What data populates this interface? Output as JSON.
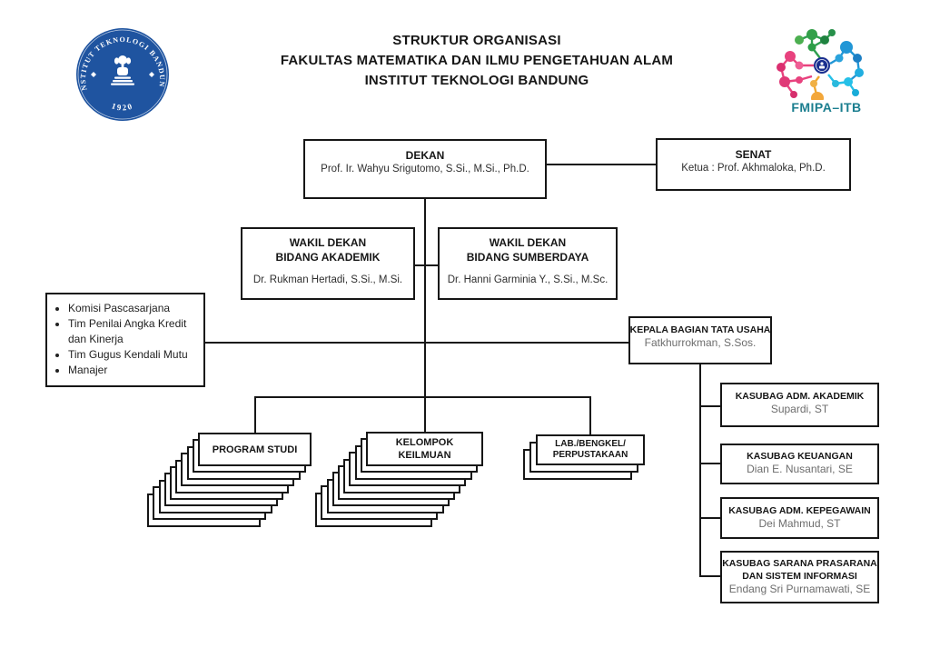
{
  "header": {
    "title_line1": "STRUKTUR ORGANISASI",
    "title_line2": "FAKULTAS MATEMATIKA DAN ILMU PENGETAHUAN ALAM",
    "title_line3": "INSTITUT TEKNOLOGI BANDUNG",
    "itb_seal": {
      "ring_text": "INSTITUT TEKNOLOGI BANDUNG",
      "year": "1920",
      "seal_color": "#1f54a0"
    },
    "fmipa_logo": {
      "label": "FMIPA–ITB",
      "label_color": "#1b7e8f"
    }
  },
  "chart": {
    "dekan": {
      "title": "DEKAN",
      "name": "Prof. Ir. Wahyu Srigutomo, S.Si., M.Si., Ph.D."
    },
    "senat": {
      "title": "SENAT",
      "name": "Ketua :  Prof. Akhmaloka, Ph.D."
    },
    "wakil_akademik": {
      "title_line1": "WAKIL DEKAN",
      "title_line2": "BIDANG  AKADEMIK",
      "name": "Dr. Rukman Hertadi, S.Si., M.Si."
    },
    "wakil_sumberdaya": {
      "title_line1": "WAKIL DEKAN",
      "title_line2": "BIDANG SUMBERDAYA",
      "name": "Dr. Hanni Garminia Y., S.Si., M.Sc."
    },
    "komisi_list": [
      "Komisi Pascasarjana",
      "Tim Penilai Angka Kredit dan Kinerja",
      "Tim Gugus Kendali Mutu",
      "Manajer"
    ],
    "kepala_tu": {
      "title": "KEPALA BAGIAN TATA USAHA",
      "name": "Fatkhurrokman, S.Sos."
    },
    "kasubag": [
      {
        "title": "KASUBAG ADM. AKADEMIK",
        "name": "Supardi, ST"
      },
      {
        "title": "KASUBAG KEUANGAN",
        "name": "Dian E. Nusantari, SE"
      },
      {
        "title": "KASUBAG ADM. KEPEGAWAIN",
        "name": "Dei Mahmud, ST"
      },
      {
        "title": "KASUBAG SARANA PRASARANA DAN SISTEM INFORMASI",
        "name": "Endang Sri Purnamawati, SE"
      }
    ],
    "stacks": [
      {
        "lines": [
          "PROGRAM STUDI"
        ],
        "layers": 10
      },
      {
        "lines": [
          "KELOMPOK",
          "KEILMUAN"
        ],
        "layers": 10
      },
      {
        "lines": [
          "LAB./BENGKEL/",
          "PERPUSTAKAAN"
        ],
        "layers": 3
      }
    ]
  }
}
